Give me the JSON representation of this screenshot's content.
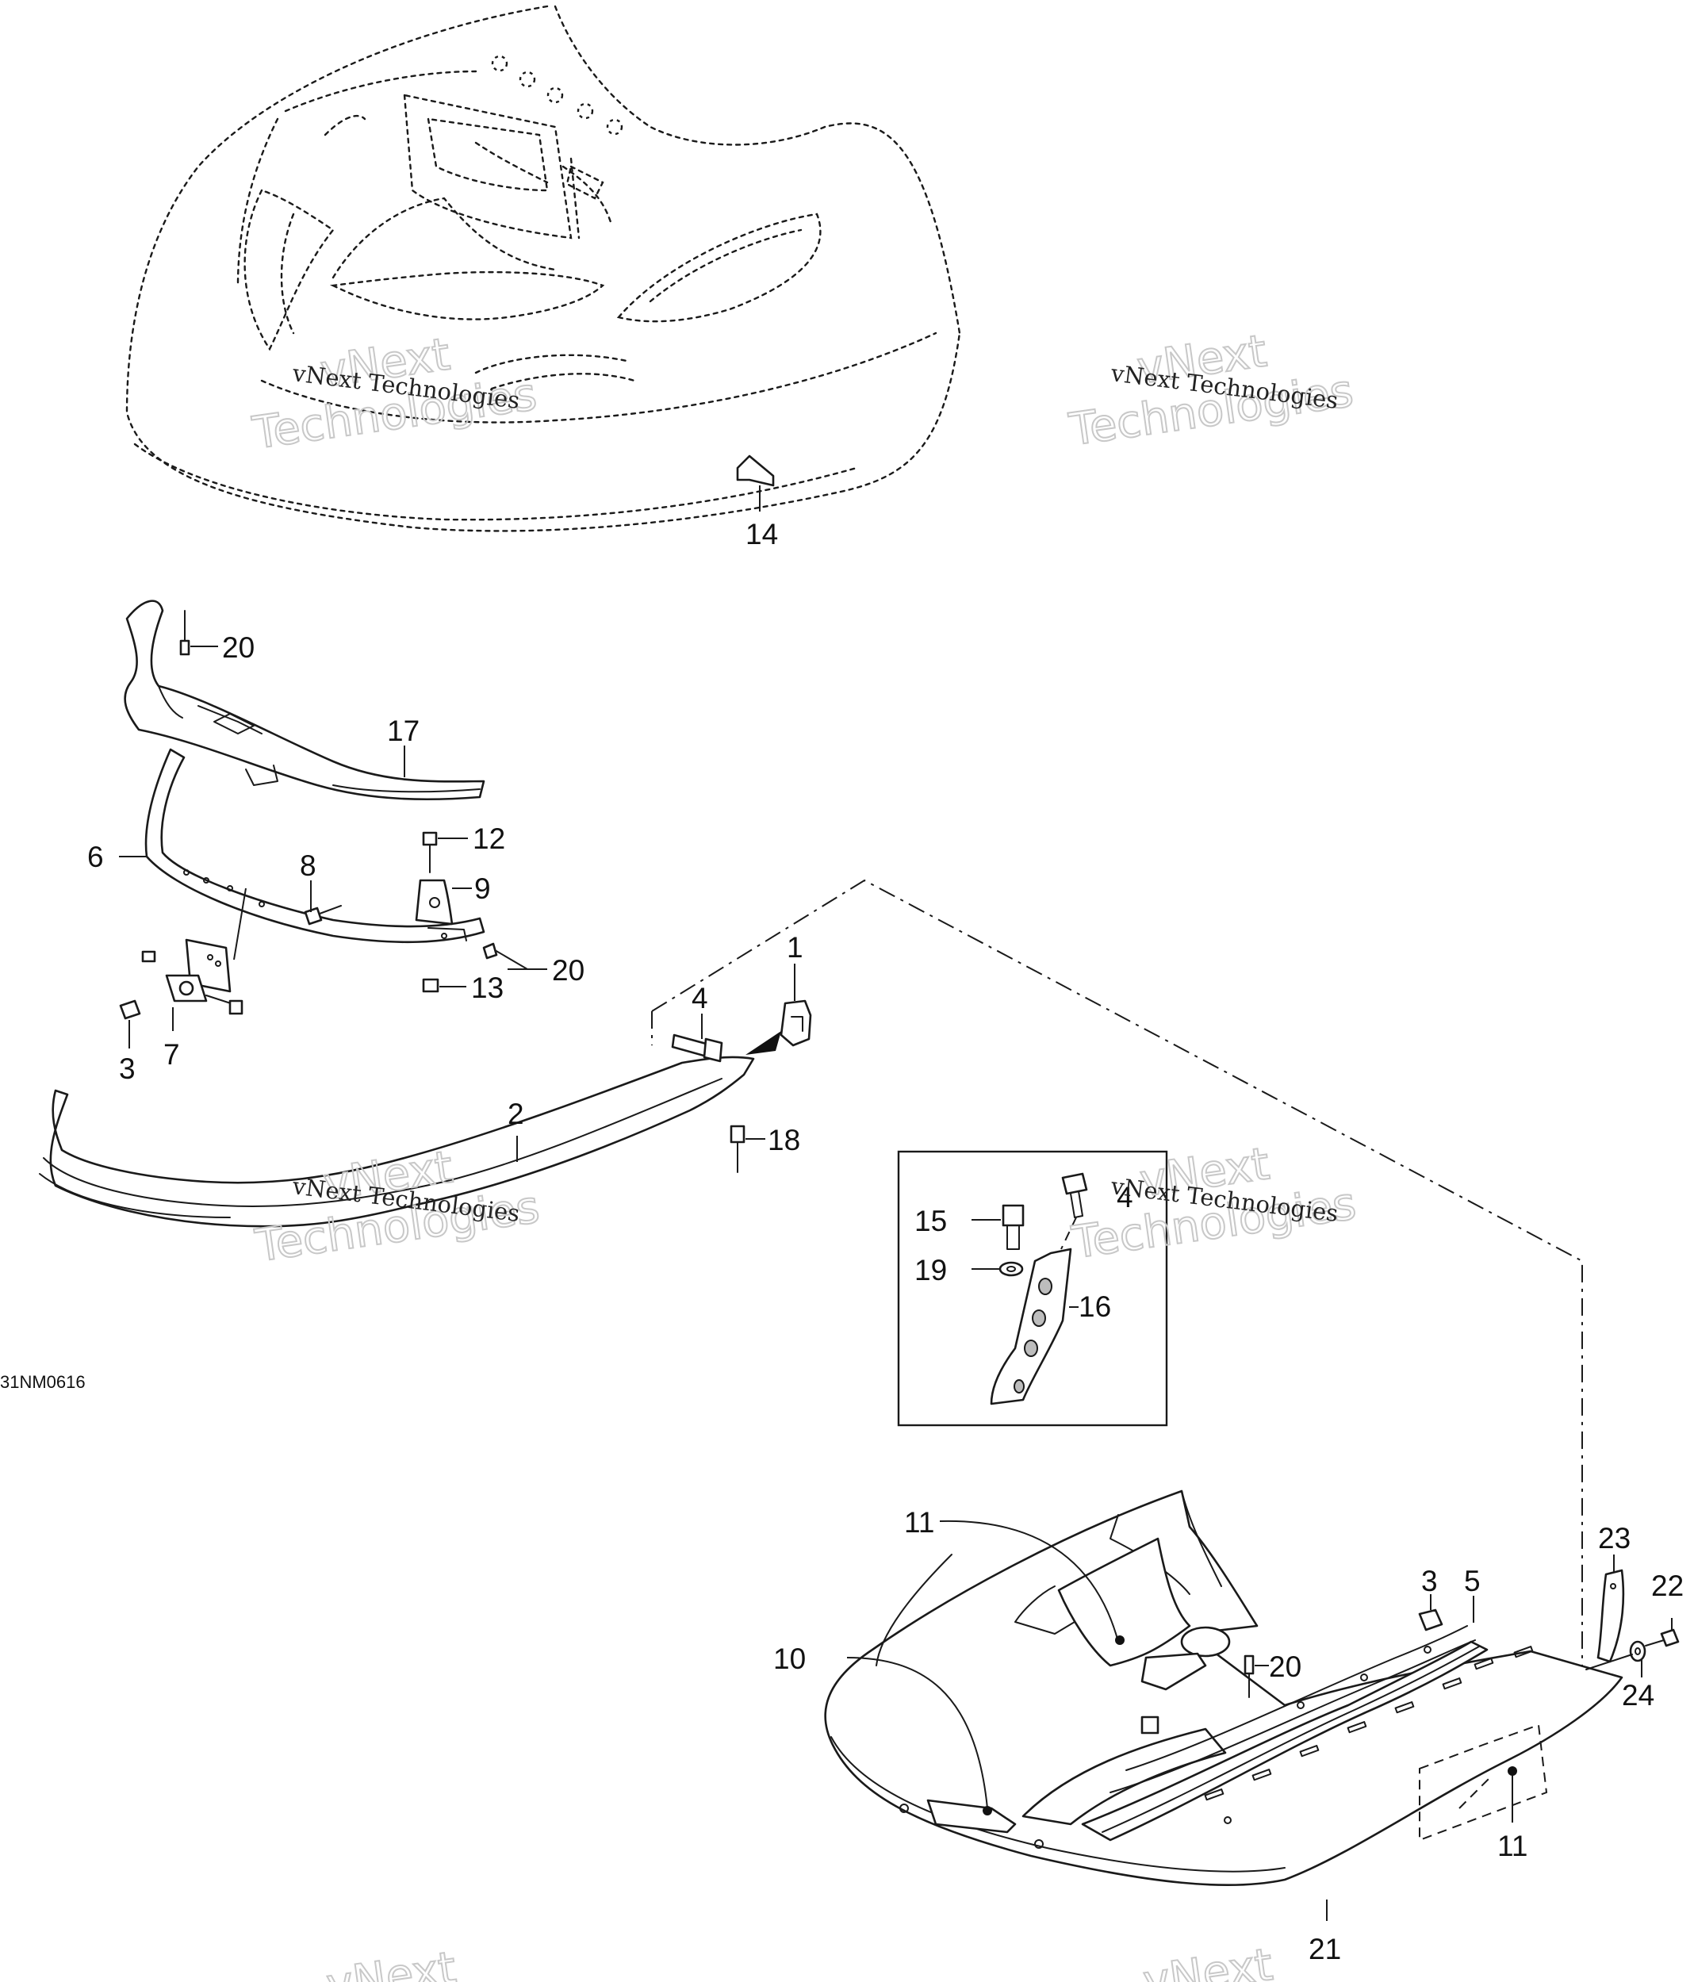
{
  "diagram": {
    "drawing_code": "31NM0616",
    "watermark": {
      "line1": "vNext Technologies",
      "line2a": "vNext",
      "line2b": "Technologies"
    },
    "callouts": {
      "c1": "1",
      "c2": "2",
      "c3a": "3",
      "c3b": "3",
      "c4a": "4",
      "c4b": "4",
      "c5": "5",
      "c6": "6",
      "c7": "7",
      "c8": "8",
      "c9": "9",
      "c10": "10",
      "c11a": "11",
      "c11b": "11",
      "c12": "12",
      "c13": "13",
      "c14": "14",
      "c15": "15",
      "c16": "16",
      "c17": "17",
      "c18": "18",
      "c19": "19",
      "c20a": "20",
      "c20b": "20",
      "c20c": "20",
      "c21": "21",
      "c22": "22",
      "c23": "23",
      "c24": "24"
    }
  }
}
